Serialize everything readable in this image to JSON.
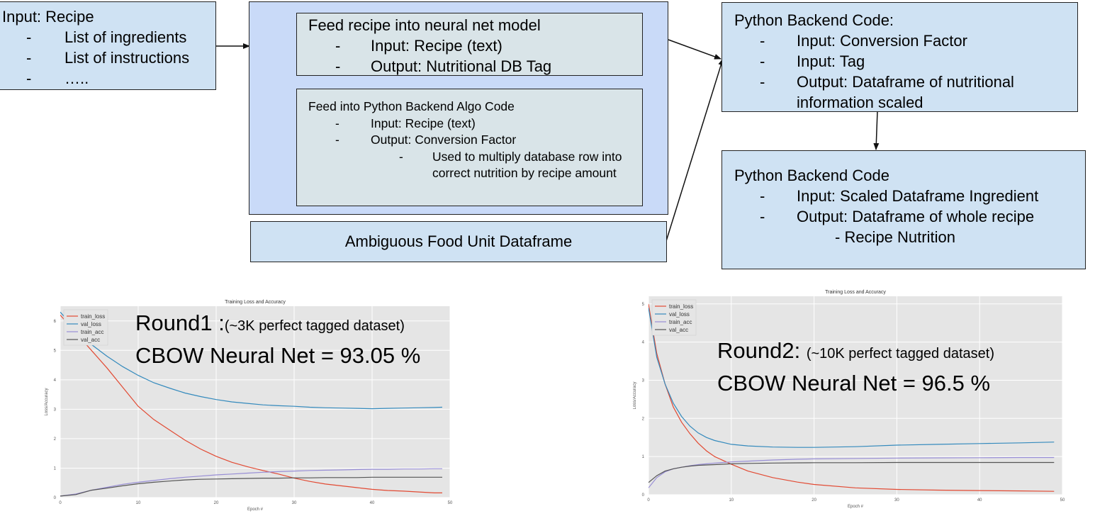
{
  "input_box": {
    "title": "Input: Recipe",
    "bullets": [
      "List of ingredients",
      "List of instructions",
      "….."
    ]
  },
  "model_box": {
    "title": "Feed recipe into neural net model",
    "bullets": [
      "Input: Recipe (text)",
      "Output: Nutritional DB Tag"
    ]
  },
  "algo_box": {
    "title": "Feed into Python Backend Algo Code",
    "bullets": [
      "Input: Recipe (text)",
      "Output: Conversion Factor"
    ],
    "sub_bullet": "Used to multiply database row into correct nutrition by recipe amount"
  },
  "ambiguous_box": {
    "label": "Ambiguous Food Unit Dataframe"
  },
  "backend_box_1": {
    "title": "Python Backend Code:",
    "bullets": [
      "Input: Conversion Factor",
      "Input: Tag",
      "Output: Dataframe of nutritional information scaled"
    ]
  },
  "backend_box_2": {
    "title": "Python Backend Code",
    "bullets": [
      "Input: Scaled Dataframe Ingredient",
      "Output: Dataframe of whole recipe"
    ],
    "sub_bullet": "- Recipe Nutrition"
  },
  "dash_char": "-",
  "round1": {
    "line1_big": "Round1 :",
    "line1_small": "(~3K perfect tagged dataset)",
    "line2": "CBOW Neural Net = 93.05 %"
  },
  "round2": {
    "line1_big": "Round2: ",
    "line1_small": "(~10K perfect tagged dataset)",
    "line2": "CBOW Neural Net = 96.5 %"
  },
  "colors": {
    "train_loss": "#e24a33",
    "val_loss": "#348abd",
    "train_acc": "#988ed5",
    "val_acc": "#555555",
    "plot_bg": "#e5e5e5"
  },
  "chart_data": [
    {
      "type": "line",
      "title": "Training Loss and Accuracy",
      "xlabel": "Epoch #",
      "ylabel": "Loss/Accuracy",
      "xlim": [
        0,
        50
      ],
      "ylim": [
        0,
        6.5
      ],
      "xticks": [
        0,
        10,
        20,
        30,
        40,
        50
      ],
      "yticks": [
        0,
        1,
        2,
        3,
        4,
        5,
        6
      ],
      "grid": true,
      "legend": "top-left",
      "x": [
        0,
        2,
        4,
        6,
        8,
        10,
        12,
        14,
        16,
        18,
        20,
        22,
        24,
        26,
        28,
        30,
        32,
        34,
        36,
        38,
        40,
        42,
        44,
        46,
        48,
        49
      ],
      "series": [
        {
          "name": "train_loss",
          "values": [
            6.2,
            5.6,
            5.0,
            4.4,
            3.75,
            3.1,
            2.65,
            2.3,
            1.95,
            1.65,
            1.4,
            1.2,
            1.05,
            0.92,
            0.8,
            0.66,
            0.55,
            0.46,
            0.4,
            0.34,
            0.28,
            0.24,
            0.22,
            0.19,
            0.16,
            0.16
          ]
        },
        {
          "name": "val_loss",
          "values": [
            6.3,
            5.7,
            5.2,
            4.8,
            4.45,
            4.15,
            3.9,
            3.72,
            3.55,
            3.43,
            3.33,
            3.25,
            3.2,
            3.15,
            3.12,
            3.1,
            3.07,
            3.05,
            3.04,
            3.03,
            3.02,
            3.03,
            3.04,
            3.05,
            3.06,
            3.07
          ]
        },
        {
          "name": "train_acc",
          "values": [
            0.05,
            0.12,
            0.25,
            0.35,
            0.45,
            0.52,
            0.58,
            0.64,
            0.69,
            0.73,
            0.77,
            0.8,
            0.83,
            0.86,
            0.88,
            0.9,
            0.92,
            0.93,
            0.94,
            0.95,
            0.96,
            0.96,
            0.97,
            0.97,
            0.98,
            0.98
          ]
        },
        {
          "name": "val_acc",
          "values": [
            0.05,
            0.1,
            0.25,
            0.32,
            0.4,
            0.47,
            0.52,
            0.56,
            0.6,
            0.62,
            0.63,
            0.64,
            0.65,
            0.66,
            0.66,
            0.67,
            0.67,
            0.68,
            0.68,
            0.68,
            0.69,
            0.69,
            0.69,
            0.69,
            0.69,
            0.69
          ]
        }
      ]
    },
    {
      "type": "line",
      "title": "Training Loss and Accuracy",
      "xlabel": "Epoch #",
      "ylabel": "Loss/Accuracy",
      "xlim": [
        0,
        50
      ],
      "ylim": [
        0,
        5.2
      ],
      "xticks": [
        0,
        10,
        20,
        30,
        40,
        50
      ],
      "yticks": [
        0,
        1,
        2,
        3,
        4,
        5
      ],
      "grid": true,
      "legend": "top-left",
      "x": [
        0,
        1,
        2,
        3,
        4,
        5,
        6,
        7,
        8,
        10,
        12,
        15,
        18,
        20,
        25,
        30,
        35,
        40,
        45,
        49
      ],
      "series": [
        {
          "name": "train_loss",
          "values": [
            5.0,
            3.7,
            2.9,
            2.3,
            1.9,
            1.6,
            1.35,
            1.15,
            1.0,
            0.8,
            0.62,
            0.45,
            0.33,
            0.27,
            0.18,
            0.14,
            0.12,
            0.11,
            0.1,
            0.09
          ]
        },
        {
          "name": "val_loss",
          "values": [
            4.9,
            3.6,
            2.9,
            2.4,
            2.05,
            1.8,
            1.62,
            1.5,
            1.42,
            1.32,
            1.28,
            1.25,
            1.24,
            1.24,
            1.26,
            1.3,
            1.32,
            1.34,
            1.36,
            1.38
          ]
        },
        {
          "name": "train_acc",
          "values": [
            0.18,
            0.45,
            0.6,
            0.68,
            0.72,
            0.76,
            0.79,
            0.81,
            0.83,
            0.86,
            0.88,
            0.91,
            0.93,
            0.94,
            0.95,
            0.96,
            0.965,
            0.97,
            0.975,
            0.975
          ]
        },
        {
          "name": "val_acc",
          "values": [
            0.32,
            0.5,
            0.62,
            0.68,
            0.72,
            0.75,
            0.77,
            0.78,
            0.79,
            0.81,
            0.82,
            0.83,
            0.835,
            0.84,
            0.84,
            0.845,
            0.845,
            0.845,
            0.845,
            0.845
          ]
        }
      ]
    }
  ]
}
